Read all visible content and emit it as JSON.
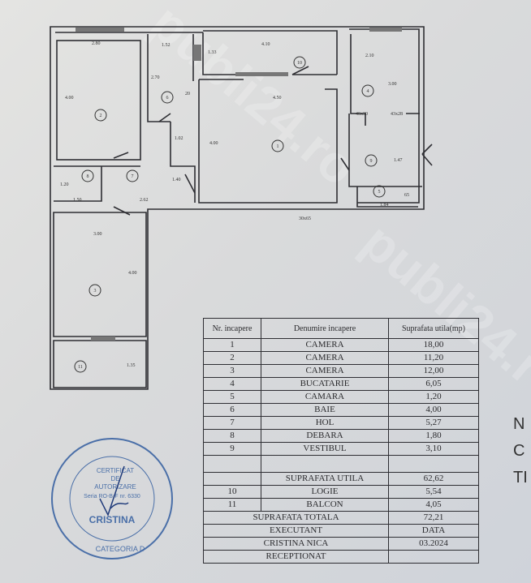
{
  "watermark": "publi24.ro",
  "plan": {
    "rooms": [
      {
        "no": "1"
      },
      {
        "no": "2"
      },
      {
        "no": "3"
      },
      {
        "no": "4"
      },
      {
        "no": "5"
      },
      {
        "no": "6"
      },
      {
        "no": "7"
      },
      {
        "no": "8"
      },
      {
        "no": "9"
      },
      {
        "no": "10"
      },
      {
        "no": "11"
      }
    ],
    "dims": {
      "r2_w": "2.80",
      "r2_h": "4.00",
      "r6_w": "1.52",
      "r6_h": "2.70",
      "r6_d": "20",
      "r10_w": "4.10",
      "r10_h": "1.33",
      "r1_w": "4.50",
      "r1_h": "4.00",
      "r4_w": "2.10",
      "r4_h": "3.00",
      "n1": "46x30",
      "n2": "43x28",
      "r9_h": "1.47",
      "r5_w": "1.84",
      "r5_h": "65",
      "r7_a": "1.02",
      "r7_b": "1.40",
      "r8_h": "1.20",
      "r8_w": "1.50",
      "r7_w": "2.62",
      "dn": "30x65",
      "r3_w": "3.00",
      "r3_h": "4.00",
      "r11_h": "1.35"
    }
  },
  "table": {
    "headers": [
      "Nr. incapere",
      "Denumire incapere",
      "Suprafata utila(mp)"
    ],
    "rows": [
      [
        "1",
        "CAMERA",
        "18,00"
      ],
      [
        "2",
        "CAMERA",
        "11,20"
      ],
      [
        "3",
        "CAMERA",
        "12,00"
      ],
      [
        "4",
        "BUCATARIE",
        "6,05"
      ],
      [
        "5",
        "CAMARA",
        "1,20"
      ],
      [
        "6",
        "BAIE",
        "4,00"
      ],
      [
        "7",
        "HOL",
        "5,27"
      ],
      [
        "8",
        "DEBARA",
        "1,80"
      ],
      [
        "9",
        "VESTIBUL",
        "3,10"
      ]
    ],
    "useful_label": "SUPRAFATA UTILA",
    "useful_value": "62,62",
    "extra": [
      [
        "10",
        "LOGIE",
        "5,54"
      ],
      [
        "11",
        "BALCON",
        "4,05"
      ]
    ],
    "total_label": "SUPRAFATA TOTALA",
    "total_value": "72,21",
    "executant_label": "EXECUTANT",
    "date_label": "DATA",
    "executant": "CRISTINA NICA",
    "date": "03.2024",
    "received_label": "RECEPTIONAT"
  },
  "stamp": {
    "line1": "CERTIFICAT",
    "line2": "DE",
    "line3": "AUTORIZARE",
    "line4": "Seria RO-B-F nr. 6330",
    "name": "CRISTINA",
    "category": "CATEGORIA D"
  },
  "side_text": [
    "N",
    "C",
    "TI"
  ]
}
